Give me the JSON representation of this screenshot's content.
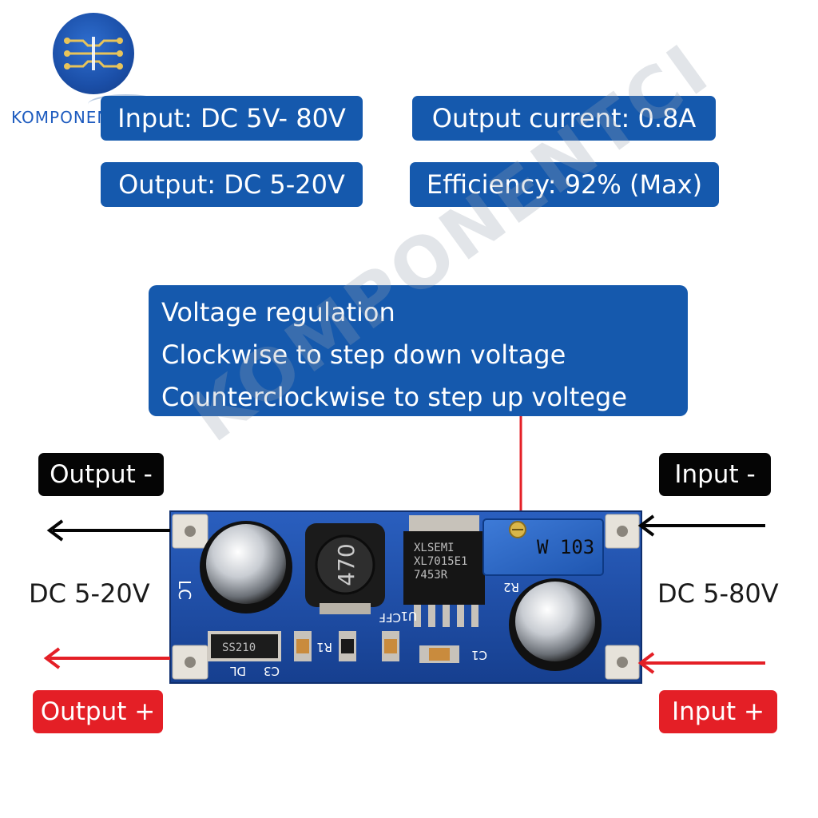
{
  "logo": {
    "brand": "KOMPONENTCI"
  },
  "specs": {
    "input": "Input: DC 5V- 80V",
    "output_current": "Output current: 0.8A",
    "output": "Output: DC 5-20V",
    "efficiency": "Efficiency: 92% (Max)"
  },
  "regulation": {
    "lines": [
      "Voltage regulation",
      "Clockwise to step down voltage",
      "Counterclockwise to step up voltege"
    ]
  },
  "terminals": {
    "output_minus": "Output -",
    "input_minus": "Input -",
    "output_plus": "Output +",
    "input_plus": "Input +",
    "output_voltage": "DC 5-20V",
    "input_voltage": "DC 5-80V"
  },
  "board": {
    "inductor_marking": "470",
    "ic_marking": [
      "XLSEMI",
      "XL7015E1",
      "7453R"
    ],
    "pot_marking": "W 103",
    "diode_marking": "SS210",
    "silkscreen": [
      "LC",
      "DL",
      "C3",
      "R1",
      "CFF",
      "U1",
      "C1",
      "R2"
    ]
  },
  "watermark": "KOMPONENTCI",
  "colors": {
    "pill_blue": "#1559ad",
    "pcb_blue": "#1f4fa8",
    "wire_red": "#e41f26",
    "wire_black": "#050505"
  }
}
